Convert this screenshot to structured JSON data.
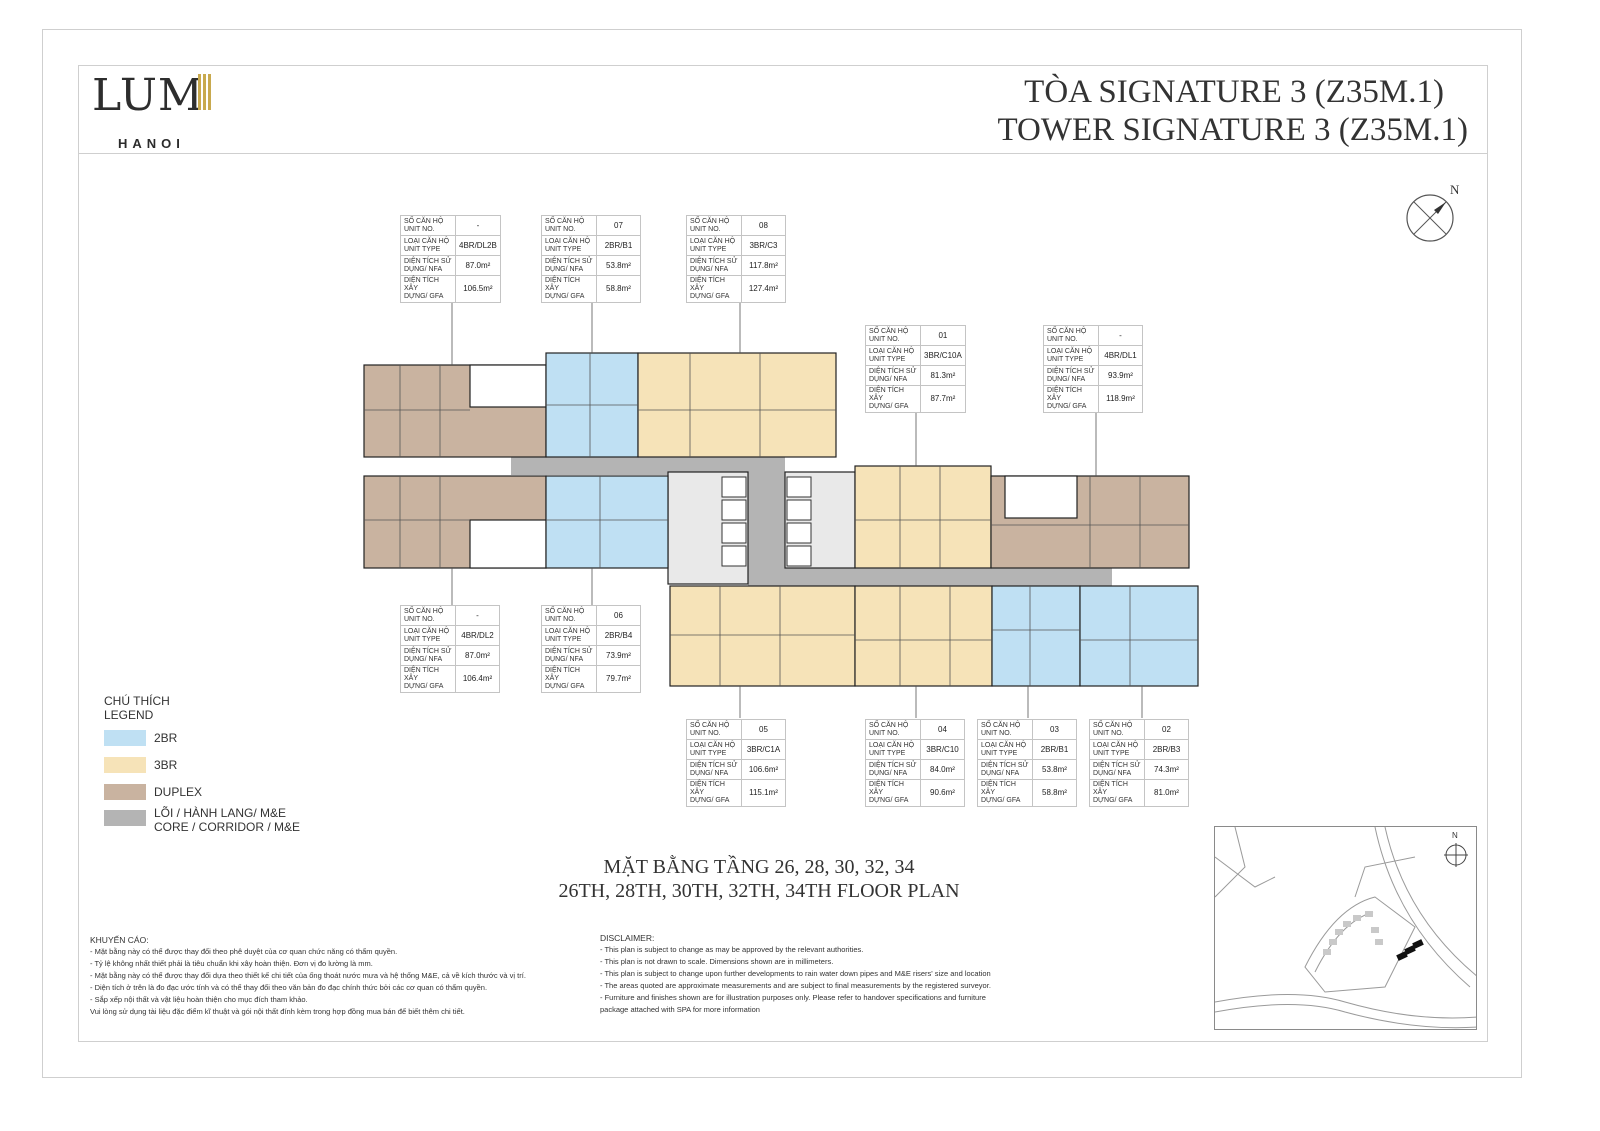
{
  "brand": {
    "logo_text": "LUM",
    "city": "HANOI",
    "accent": "#c8a94e"
  },
  "title": {
    "vn": "TÒA SIGNATURE 3 (Z35M.1)",
    "en": "TOWER SIGNATURE 3 (Z35M.1)"
  },
  "compass_label": "N",
  "spec_labels": {
    "unit_no": [
      "SỐ CĂN HỘ",
      "UNIT NO."
    ],
    "unit_type": [
      "LOẠI CĂN HỘ",
      "UNIT TYPE"
    ],
    "nfa": [
      "DIỆN TÍCH SỬ",
      "DỤNG/ NFA"
    ],
    "gfa": [
      "DIỆN TÍCH XÂY",
      "DỰNG/ GFA"
    ]
  },
  "units": [
    {
      "unit_no": "-",
      "type": "4BR/DL2B",
      "nfa": "87.0m²",
      "gfa": "106.5m²"
    },
    {
      "unit_no": "07",
      "type": "2BR/B1",
      "nfa": "53.8m²",
      "gfa": "58.8m²"
    },
    {
      "unit_no": "08",
      "type": "3BR/C3",
      "nfa": "117.8m²",
      "gfa": "127.4m²"
    },
    {
      "unit_no": "01",
      "type": "3BR/C10A",
      "nfa": "81.3m²",
      "gfa": "87.7m²"
    },
    {
      "unit_no": "-",
      "type": "4BR/DL1",
      "nfa": "93.9m²",
      "gfa": "118.9m²"
    },
    {
      "unit_no": "-",
      "type": "4BR/DL2",
      "nfa": "87.0m²",
      "gfa": "106.4m²"
    },
    {
      "unit_no": "06",
      "type": "2BR/B4",
      "nfa": "73.9m²",
      "gfa": "79.7m²"
    },
    {
      "unit_no": "05",
      "type": "3BR/C1A",
      "nfa": "106.6m²",
      "gfa": "115.1m²"
    },
    {
      "unit_no": "04",
      "type": "3BR/C10",
      "nfa": "84.0m²",
      "gfa": "90.6m²"
    },
    {
      "unit_no": "03",
      "type": "2BR/B1",
      "nfa": "53.8m²",
      "gfa": "58.8m²"
    },
    {
      "unit_no": "02",
      "type": "2BR/B3",
      "nfa": "74.3m²",
      "gfa": "81.0m²"
    }
  ],
  "legend": {
    "title_vn": "CHÚ THÍCH",
    "title_en": "LEGEND",
    "items": [
      {
        "label": "2BR",
        "label2": "",
        "color": "#bfe0f3"
      },
      {
        "label": "3BR",
        "label2": "",
        "color": "#f6e3b8"
      },
      {
        "label": "DUPLEX",
        "label2": "",
        "color": "#c9b3a0"
      },
      {
        "label": "LÕI / HÀNH LANG/ M&E",
        "label2": "CORE / CORRIDOR / M&E",
        "color": "#b4b4b4"
      }
    ]
  },
  "plan_title": {
    "vn": "MẶT BẰNG TẦNG 26, 28, 30, 32, 34",
    "en": "26TH, 28TH, 30TH, 32TH, 34TH FLOOR PLAN"
  },
  "notes_vn": {
    "heading": "KHUYẾN CÁO:",
    "lines": [
      "- Mặt bằng này có thể được thay đổi theo phê duyệt của cơ quan chức năng có thẩm quyền.",
      "- Tỷ lệ không nhất thiết phải là tiêu chuẩn khi xây hoàn thiện. Đơn vị đo lường là mm.",
      "- Mặt bằng này có thể được thay đổi dựa theo thiết kế chi tiết của ống thoát nước mưa và hệ thống M&E, cả về kích thước và vị trí.",
      "- Diện tích ở trên là đo đạc ước tính và có thể thay đổi theo văn bản đo đạc chính thức bởi các cơ quan có thẩm quyền.",
      "- Sắp xếp nội thất và vật liệu hoàn thiện cho mục đích tham khảo.",
      "  Vui lòng sử dụng tài liệu đặc điểm kĩ thuật và gói nội thất  đính kèm trong hợp đồng mua bán để biết thêm chi tiết."
    ]
  },
  "notes_en": {
    "heading": "DISCLAIMER:",
    "lines": [
      "- This plan is subject to change as may be approved by the relevant authorities.",
      "- This plan is not drawn to scale. Dimensions shown are in millimeters.",
      "- This plan is subject to change upon further developments to rain water down pipes and M&E risers' size and location",
      "- The areas quoted are approximate measurements and are subject to final measurements by the registered surveyor.",
      "- Furniture and finishes shown are for illustration purposes only. Please refer to handover specifications and furniture",
      "  package attached with SPA for more information"
    ]
  },
  "site_plan_north": "N"
}
